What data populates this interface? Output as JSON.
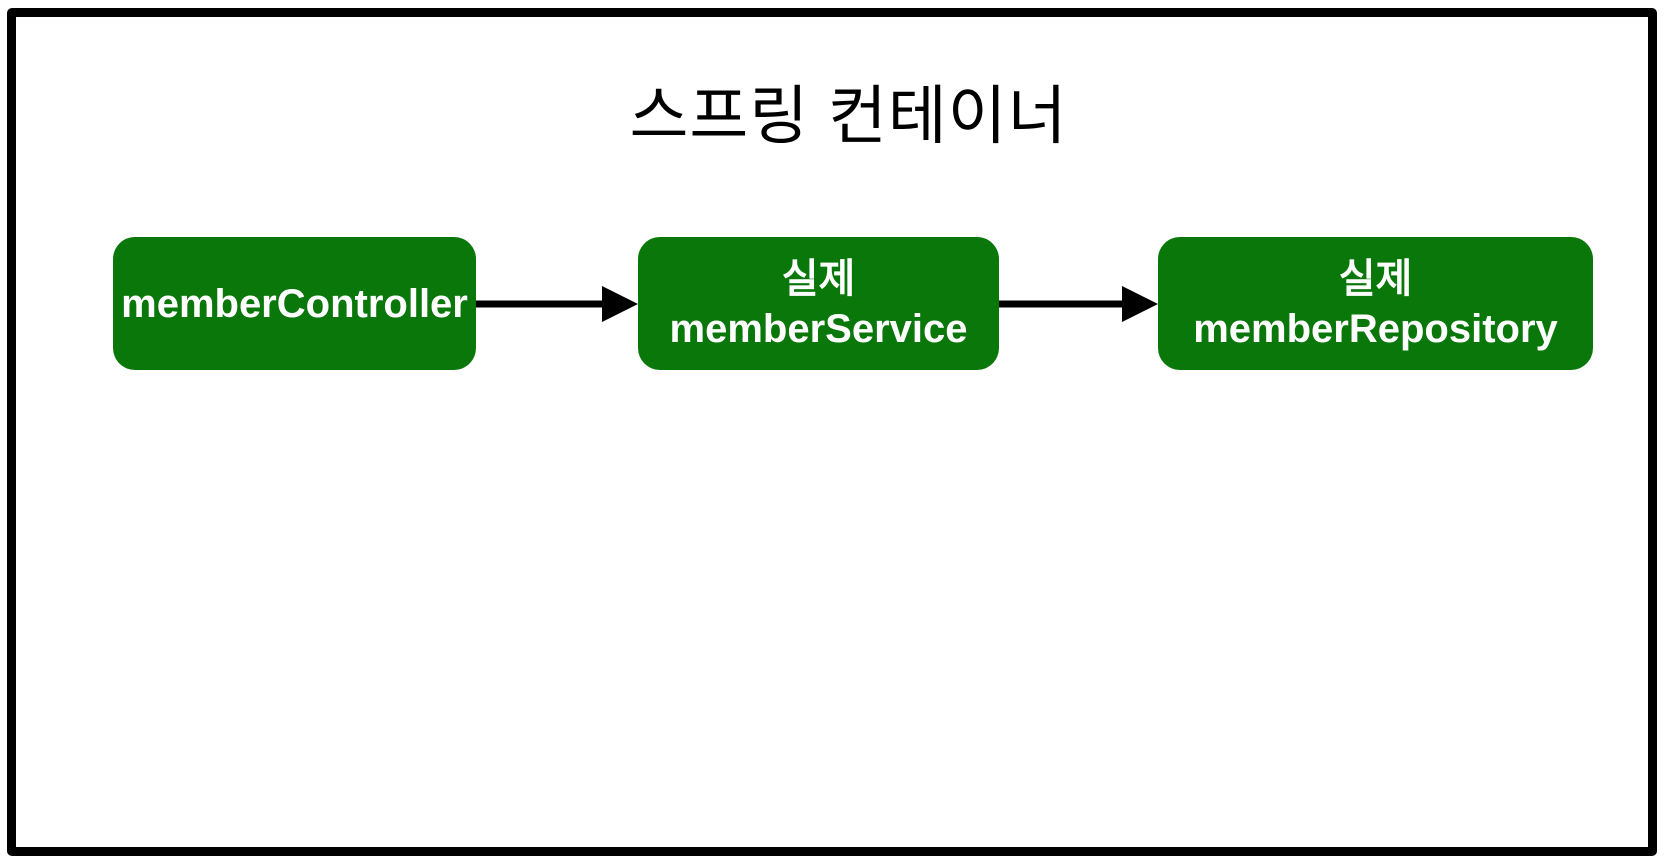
{
  "diagram": {
    "title": "스프링 컨테이너",
    "nodes": [
      {
        "name": "memberController",
        "lines": [
          "memberController"
        ]
      },
      {
        "name": "memberService",
        "lines": [
          "실제",
          "memberService"
        ]
      },
      {
        "name": "memberRepository",
        "lines": [
          "실제",
          "memberRepository"
        ]
      }
    ],
    "edges": [
      {
        "from": "memberController",
        "to": "memberService"
      },
      {
        "from": "memberService",
        "to": "memberRepository"
      }
    ],
    "colors": {
      "background": "#ffffff",
      "frame_border": "#000000",
      "node_fill": "#0a770a",
      "node_text": "#ffffff",
      "arrow": "#000000",
      "title_text": "#000000"
    }
  }
}
